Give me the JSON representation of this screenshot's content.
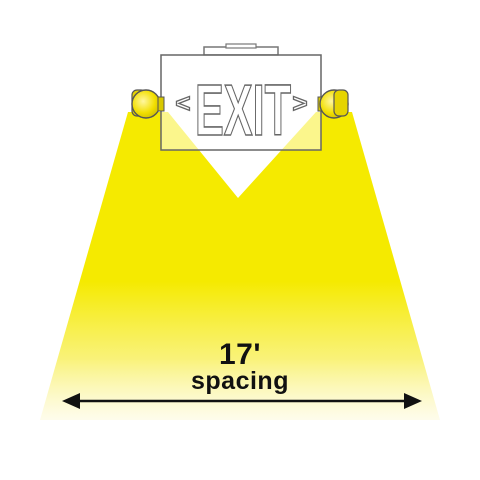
{
  "sign": {
    "text": "EXIT",
    "left_chevron": "<",
    "right_chevron": ">"
  },
  "spacing": {
    "value": "17'",
    "label": "spacing"
  },
  "colors": {
    "light_beam": "#f5ea00",
    "lamp_head": "#f2df00",
    "lamp_outline": "#555555",
    "sign_outline": "#555555",
    "arrow": "#111111"
  },
  "icons": {
    "left_lamp": "lamp-head-icon",
    "right_lamp": "lamp-head-icon",
    "arrow": "double-headed-arrow-icon"
  }
}
